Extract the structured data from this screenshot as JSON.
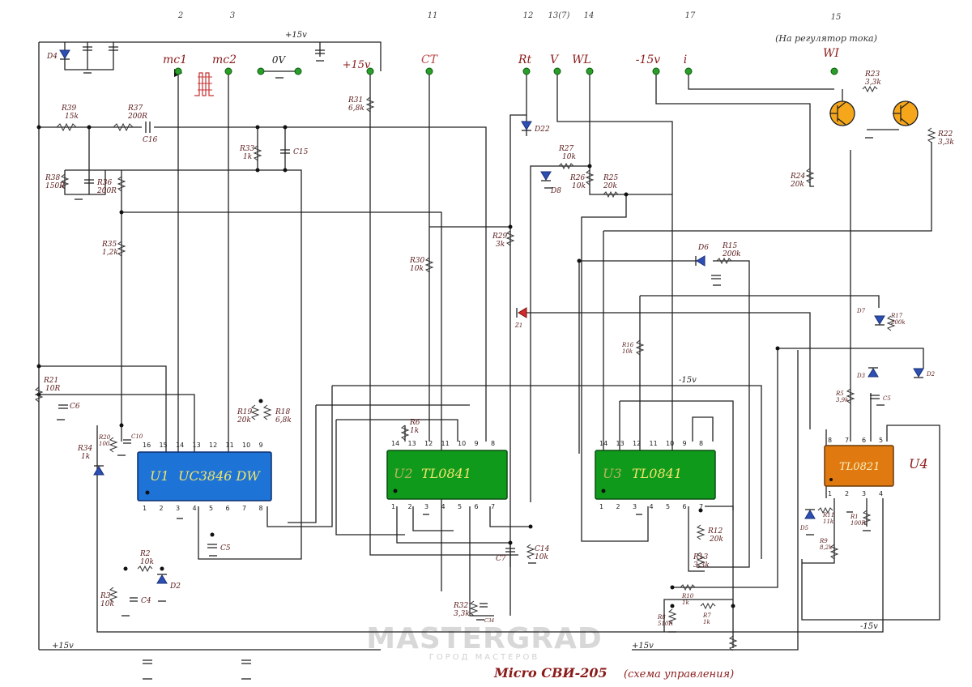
{
  "title": "Micro СВИ-205",
  "subtitle": "(схема управления)",
  "watermark": {
    "main": "MASTERGRAD",
    "sub": "ГОРОД МАСТЕРОВ"
  },
  "current_note": "(На регулятор тока)",
  "connector_numbers": [
    {
      "id": "n2",
      "text": "2"
    },
    {
      "id": "n3",
      "text": "3"
    },
    {
      "id": "n11",
      "text": "11"
    },
    {
      "id": "n12",
      "text": "12"
    },
    {
      "id": "n13",
      "text": "13(7)"
    },
    {
      "id": "n14",
      "text": "14"
    },
    {
      "id": "n17",
      "text": "17"
    },
    {
      "id": "n15",
      "text": "15"
    }
  ],
  "terminals": [
    {
      "id": "mc1",
      "text": "mc1"
    },
    {
      "id": "mc2",
      "text": "mc2"
    },
    {
      "id": "v0",
      "text": "0V"
    },
    {
      "id": "p15",
      "text": "+15v"
    },
    {
      "id": "ct",
      "text": "CT"
    },
    {
      "id": "rt",
      "text": "Rt"
    },
    {
      "id": "v",
      "text": "V"
    },
    {
      "id": "wl",
      "text": "WL"
    },
    {
      "id": "m15",
      "text": "-15v"
    },
    {
      "id": "i",
      "text": "i"
    },
    {
      "id": "wi",
      "text": "WI"
    }
  ],
  "rails": {
    "top_p15": "+15v",
    "bot_p15a": "+15v",
    "bot_p15b": "+15v",
    "mid_m15": "-15v",
    "bot_m15": "-15v"
  },
  "chips": [
    {
      "id": "U1",
      "ref": "U1",
      "name": "UC3846 DW",
      "color": "#1e73d6",
      "text": "#f2e46a"
    },
    {
      "id": "U2",
      "ref": "U2",
      "name": "TL0841",
      "color": "#109a1c",
      "text": "#f2e46a"
    },
    {
      "id": "U3",
      "ref": "U3",
      "name": "TL0841",
      "color": "#109a1c",
      "text": "#f2e46a"
    },
    {
      "id": "U4",
      "ref": "U4",
      "name": "TL0821",
      "color": "#e07a10",
      "text": "#f7f0c0"
    }
  ],
  "u4_outside_label": "U4",
  "components": [
    {
      "id": "R39",
      "ref": "R39",
      "val": "15k"
    },
    {
      "id": "R37",
      "ref": "R37",
      "val": "200R"
    },
    {
      "id": "C16",
      "ref": "C16",
      "val": ""
    },
    {
      "id": "R38",
      "ref": "R38",
      "val": "150R"
    },
    {
      "id": "R36",
      "ref": "R36",
      "val": "200R"
    },
    {
      "id": "R33",
      "ref": "R33",
      "val": "1k"
    },
    {
      "id": "C15",
      "ref": "C15",
      "val": ""
    },
    {
      "id": "R35",
      "ref": "R35",
      "val": "1,2k"
    },
    {
      "id": "R31",
      "ref": "R31",
      "val": "6,8k"
    },
    {
      "id": "R21",
      "ref": "R21",
      "val": "10R"
    },
    {
      "id": "C6",
      "ref": "C6",
      "val": ""
    },
    {
      "id": "R20",
      "ref": "R20",
      "val": "100"
    },
    {
      "id": "C10",
      "ref": "C10",
      "val": ""
    },
    {
      "id": "R34",
      "ref": "R34",
      "val": "1k"
    },
    {
      "id": "R19",
      "ref": "R19",
      "val": "20k"
    },
    {
      "id": "R18",
      "ref": "R18",
      "val": "6,8k"
    },
    {
      "id": "R2",
      "ref": "R2",
      "val": "10k"
    },
    {
      "id": "R3",
      "ref": "R3",
      "val": "10k"
    },
    {
      "id": "C4",
      "ref": "C4",
      "val": ""
    },
    {
      "id": "D2a",
      "ref": "D2",
      "val": ""
    },
    {
      "id": "C5a",
      "ref": "C5",
      "val": ""
    },
    {
      "id": "R30",
      "ref": "R30",
      "val": "10k"
    },
    {
      "id": "R6",
      "ref": "R6",
      "val": "1k"
    },
    {
      "id": "R29",
      "ref": "R29",
      "val": "3k"
    },
    {
      "id": "D22",
      "ref": "D22",
      "val": ""
    },
    {
      "id": "R27",
      "ref": "R27",
      "val": "10k"
    },
    {
      "id": "D8",
      "ref": "D8",
      "val": ""
    },
    {
      "id": "R26",
      "ref": "R26",
      "val": "10k"
    },
    {
      "id": "R25",
      "ref": "R25",
      "val": "20k"
    },
    {
      "id": "Z1",
      "ref": "Z1",
      "val": ""
    },
    {
      "id": "C14",
      "ref": "C14",
      "val": "10k"
    },
    {
      "id": "C7",
      "ref": "C7",
      "val": ""
    },
    {
      "id": "R32",
      "ref": "R32",
      "val": "3,3k"
    },
    {
      "id": "C34",
      "ref": "C34",
      "val": ""
    },
    {
      "id": "D6",
      "ref": "D6",
      "val": ""
    },
    {
      "id": "R15",
      "ref": "R15",
      "val": "200k"
    },
    {
      "id": "R16",
      "ref": "R16",
      "val": "10k"
    },
    {
      "id": "R12",
      "ref": "R12",
      "val": "20k"
    },
    {
      "id": "R13",
      "ref": "R13",
      "val": "3,3k"
    },
    {
      "id": "R10",
      "ref": "R10",
      "val": "1k"
    },
    {
      "id": "R8",
      "ref": "R8",
      "val": "510R"
    },
    {
      "id": "R7",
      "ref": "R7",
      "val": "1k"
    },
    {
      "id": "R23",
      "ref": "R23",
      "val": "3,3k"
    },
    {
      "id": "R22",
      "ref": "R22",
      "val": "3,3k"
    },
    {
      "id": "R24",
      "ref": "R24",
      "val": "20k"
    },
    {
      "id": "D7",
      "ref": "D7",
      "val": ""
    },
    {
      "id": "R17",
      "ref": "R17",
      "val": "200k"
    },
    {
      "id": "D3",
      "ref": "D3",
      "val": ""
    },
    {
      "id": "D2b",
      "ref": "D2",
      "val": ""
    },
    {
      "id": "R5",
      "ref": "R5",
      "val": "3,9k"
    },
    {
      "id": "C5b",
      "ref": "C5",
      "val": ""
    },
    {
      "id": "R11",
      "ref": "R11",
      "val": "11k"
    },
    {
      "id": "D5",
      "ref": "D5",
      "val": ""
    },
    {
      "id": "R9",
      "ref": "R9",
      "val": "8,2k"
    },
    {
      "id": "R1",
      "ref": "R1",
      "val": "100R"
    },
    {
      "id": "D4",
      "ref": "D4",
      "val": ""
    }
  ],
  "pins": {
    "U1_top": [
      "16",
      "15",
      "14",
      "13",
      "12",
      "11",
      "10",
      "9"
    ],
    "U1_bot": [
      "1",
      "2",
      "3",
      "4",
      "5",
      "6",
      "7",
      "8"
    ],
    "U2_top": [
      "14",
      "13",
      "12",
      "11",
      "10",
      "9",
      "8"
    ],
    "U2_bot": [
      "1",
      "2",
      "3",
      "4",
      "5",
      "6",
      "7"
    ],
    "U3_top": [
      "14",
      "13",
      "12",
      "11",
      "10",
      "9",
      "8"
    ],
    "U3_bot": [
      "1",
      "2",
      "3",
      "4",
      "5",
      "6",
      "7"
    ],
    "U4_top": [
      "8",
      "7",
      "6",
      "5"
    ],
    "U4_bot": [
      "1",
      "2",
      "3",
      "4"
    ]
  }
}
